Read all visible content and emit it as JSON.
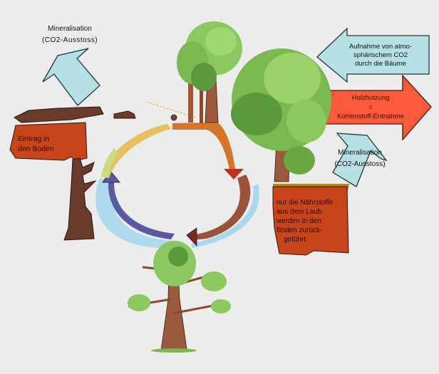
{
  "diagram": {
    "title": "Kohlenstoffkreislauf im Wald",
    "labels": {
      "mineralisation_top": {
        "line1": "Mineralisation",
        "line2": "(CO2-Ausstoss)"
      },
      "aufnahme": {
        "line1": "Aufnahme von atmo-",
        "line2": "sphärischem CO2",
        "line3": "durch die Bäume"
      },
      "holznutzung": {
        "line1": "Holzhutzung",
        "line2": "=",
        "line3": "Kohlenstoff-Entnahme"
      },
      "mineralisation_right": {
        "line1": "Mineralisation",
        "line2": "(CO2-Ausstoss)"
      },
      "eintrag": {
        "line1": "Eintrag in",
        "line2": "den Boden"
      },
      "naehrstoffe": {
        "line1": "nur die Nährstoffe",
        "line2": "aus dem Laub",
        "line3": "werden in den",
        "line4": "Boden zurück-",
        "line5": "geführt"
      }
    },
    "colors": {
      "background": "#ececec",
      "co2_arrow": "#b7e0e4",
      "harvest_arrow": "#fa5a3c",
      "soil_box": "#c8451c",
      "cycle_warm": "#d4752a",
      "cycle_red": "#c0301a",
      "cycle_brown": "#7a2a1a",
      "cycle_blue": "#5a5aa0",
      "cycle_light_blue": "#a8d8ec",
      "leaf_green": "#8cc860",
      "dark_green": "#3c7a2c",
      "trunk": "#9a5a3c"
    }
  }
}
